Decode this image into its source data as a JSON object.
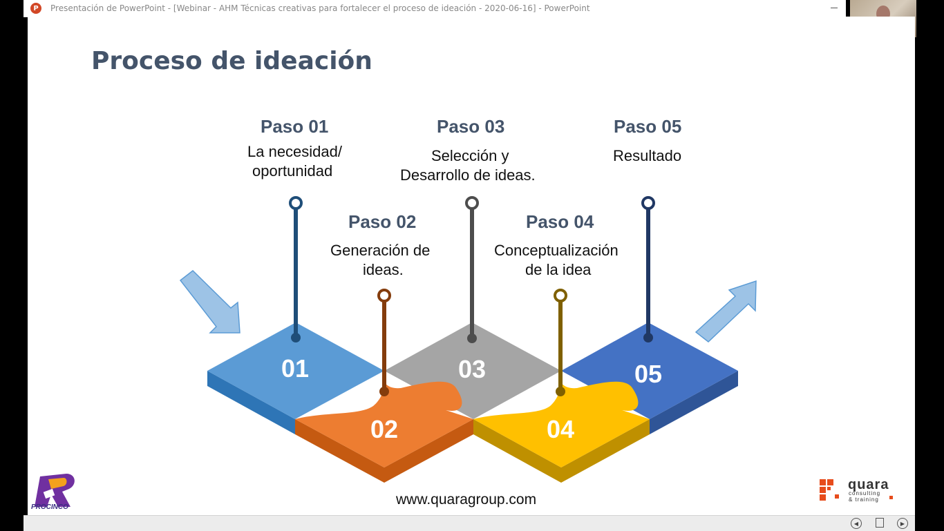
{
  "window": {
    "title": "Presentación de PowerPoint - [Webinar - AHM Técnicas creativas para fortalecer el proceso de ideación - 2020-06-16] - PowerPoint",
    "app_icon": "powerpoint-icon",
    "app_icon_letter": "P"
  },
  "slide": {
    "title": "Proceso de ideación",
    "steps": [
      {
        "heading": "Paso 01",
        "desc_line1": "La necesidad/",
        "desc_line2": "oportunidad",
        "number": "01",
        "color": "#5b9bd5",
        "pin_color": "#1f4e79"
      },
      {
        "heading": "Paso 02",
        "desc_line1": "Generación de",
        "desc_line2": "ideas.",
        "number": "02",
        "color": "#ed7d31",
        "pin_color": "#843c0c"
      },
      {
        "heading": "Paso 03",
        "desc_line1": "Selección y",
        "desc_line2": "Desarrollo de ideas.",
        "number": "03",
        "color": "#a5a5a5",
        "pin_color": "#4d4d4d"
      },
      {
        "heading": "Paso 04",
        "desc_line1": "Conceptualización",
        "desc_line2": "de la idea",
        "number": "04",
        "color": "#ffc000",
        "pin_color": "#7f6000"
      },
      {
        "heading": "Paso 05",
        "desc_line1": "Resultado",
        "desc_line2": "",
        "number": "05",
        "color": "#4472c4",
        "pin_color": "#203864"
      }
    ],
    "arrow_color": "#9dc3e6",
    "footer_url": "www.quaragroup.com",
    "logos": {
      "left": {
        "name": "PROCINCO"
      },
      "right": {
        "name": "quara",
        "tag_line1": "consulting",
        "tag_line2": "& training"
      }
    }
  }
}
